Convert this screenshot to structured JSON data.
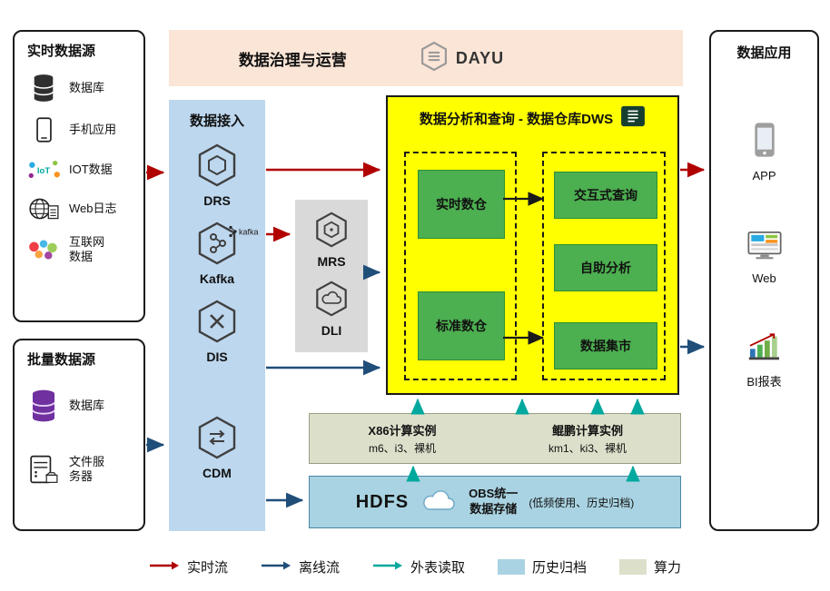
{
  "governance": {
    "title": "数据治理与运营",
    "brand": "DAYU",
    "brand_icon": "hexagon-lines-icon"
  },
  "realtime_sources": {
    "title": "实时数据源",
    "items": [
      {
        "label": "数据库",
        "icon": "database-icon"
      },
      {
        "label": "手机应用",
        "icon": "phone-icon"
      },
      {
        "label": "IOT数据",
        "icon": "iot-icon"
      },
      {
        "label": "Web日志",
        "icon": "globe-page-icon"
      },
      {
        "label": "互联网数据",
        "icon": "internet-cloud-icon"
      }
    ]
  },
  "batch_sources": {
    "title": "批量数据源",
    "items": [
      {
        "label": "数据库",
        "icon": "database-purple-icon"
      },
      {
        "label": "文件服务器",
        "icon": "file-server-icon"
      }
    ]
  },
  "ingestion": {
    "title": "数据接入",
    "items": [
      {
        "label": "DRS",
        "icon": "hexagon-drs-icon"
      },
      {
        "label": "Kafka",
        "icon": "hexagon-kafka-icon",
        "logo": "kafka"
      },
      {
        "label": "DIS",
        "icon": "hexagon-dis-icon"
      },
      {
        "label": "CDM",
        "icon": "hexagon-cdm-icon"
      }
    ]
  },
  "processing": {
    "items": [
      {
        "label": "MRS",
        "icon": "hexagon-mrs-icon"
      },
      {
        "label": "DLI",
        "icon": "hexagon-dli-icon"
      }
    ]
  },
  "dws": {
    "title": "数据分析和查询 - 数据仓库DWS",
    "title_icon": "document-list-icon",
    "warehouses": [
      {
        "label": "实时数仓"
      },
      {
        "label": "标准数仓"
      }
    ],
    "services": [
      {
        "label": "交互式查询"
      },
      {
        "label": "自助分析"
      },
      {
        "label": "数据集市"
      }
    ]
  },
  "compute": {
    "x86": {
      "title": "X86计算实例",
      "spec": "m6、i3、裸机"
    },
    "kunpeng": {
      "title": "鲲鹏计算实例",
      "spec": "km1、ki3、裸机"
    }
  },
  "storage": {
    "hdfs": "HDFS",
    "obs_icon": "cloud-icon",
    "obs_line1": "OBS统一",
    "obs_line2": "数据存储",
    "note": "(低频使用、历史归档)"
  },
  "applications": {
    "title": "数据应用",
    "items": [
      {
        "label": "APP",
        "icon": "smartphone-icon"
      },
      {
        "label": "Web",
        "icon": "browser-monitor-icon"
      },
      {
        "label": "BI报表",
        "icon": "bar-chart-icon"
      }
    ]
  },
  "legend": {
    "items": [
      {
        "label": "实时流",
        "kind": "arrow",
        "color": "#b00000"
      },
      {
        "label": "离线流",
        "kind": "arrow",
        "color": "#1f4e79"
      },
      {
        "label": "外表读取",
        "kind": "arrow",
        "color": "#00a89d"
      },
      {
        "label": "历史归档",
        "kind": "swatch",
        "color": "#a9d3e2"
      },
      {
        "label": "算力",
        "kind": "swatch",
        "color": "#dce0ca"
      }
    ]
  },
  "colors": {
    "banner_bg": "#fbe5d6",
    "ingestion_bg": "#bdd7ee",
    "processing_bg": "#d9d9d9",
    "dws_bg": "#ffff00",
    "green_node": "#4caf50",
    "compute_bg": "#dce0ca",
    "storage_bg": "#a9d3e2",
    "realtime_flow": "#b00000",
    "offline_flow": "#1f4e79",
    "external_read": "#00a89d"
  }
}
